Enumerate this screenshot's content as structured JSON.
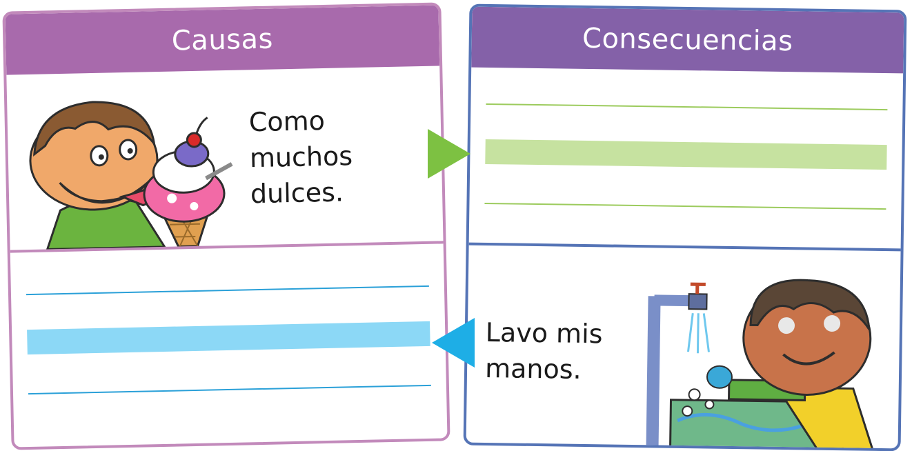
{
  "causes": {
    "header": "Causas",
    "sentence_lines": [
      "Como",
      "muchos",
      "dulces."
    ],
    "illustration_icon": "boy-eating-ice-cream-icon"
  },
  "consequences": {
    "header": "Consecuencias",
    "sentence_lines": [
      "Lavo mis",
      "manos."
    ],
    "illustration_icon": "boy-washing-hands-icon"
  },
  "colors": {
    "causes_header": "#a86aac",
    "causes_border": "#c28abb",
    "consequences_header": "#8461a8",
    "consequences_border": "#5574b6",
    "arrow_right": "#7dc142",
    "arrow_left": "#1eaee6",
    "green_line": "#9ccb5d",
    "green_band": "#c6e2a0",
    "blue_line": "#2aa0d8",
    "blue_band": "#8cd8f6"
  }
}
